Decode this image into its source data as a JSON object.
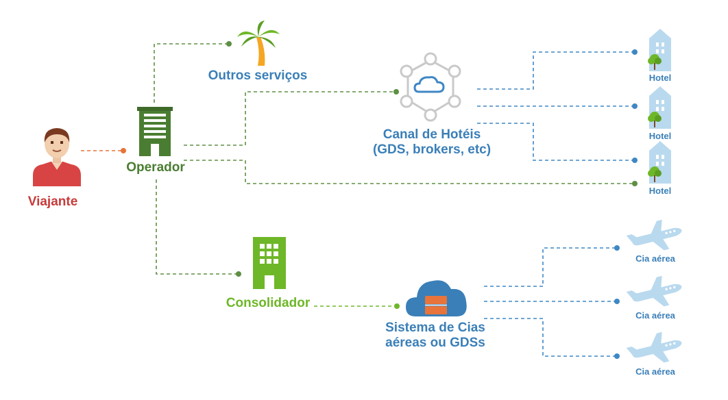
{
  "colors": {
    "viajante": "#c83a3a",
    "operador": "#4a7d32",
    "consolidador": "#6eb728",
    "blue": "#3a7fb8",
    "light_blue": "#b9d9ee",
    "dash_green": "#5e8f43",
    "dash_orange": "#e6733a",
    "dash_blue": "#3f87c4",
    "system_orange": "#e8743b"
  },
  "nodes": {
    "viajante": {
      "label": "Viajante",
      "icon": "person-icon"
    },
    "operador": {
      "label": "Operador",
      "icon": "building-icon"
    },
    "outros_servicos": {
      "label": "Outros serviços",
      "icon": "palm-tree-icon"
    },
    "canal_hoteis": {
      "label_line1": "Canal de Hotéis",
      "label_line2": "(GDS, brokers, etc)",
      "icon": "cloud-network-icon"
    },
    "consolidador": {
      "label": "Consolidador",
      "icon": "building-icon"
    },
    "sistema_cias": {
      "label_line1": "Sistema de Cias",
      "label_line2": "aéreas ou GDSs",
      "icon": "cloud-server-icon"
    },
    "hotels": [
      {
        "label": "Hotel",
        "icon": "hotel-icon"
      },
      {
        "label": "Hotel",
        "icon": "hotel-icon"
      },
      {
        "label": "Hotel",
        "icon": "hotel-icon"
      }
    ],
    "airlines": [
      {
        "label": "Cia aérea",
        "icon": "airplane-icon"
      },
      {
        "label": "Cia aérea",
        "icon": "airplane-icon"
      },
      {
        "label": "Cia aérea",
        "icon": "airplane-icon"
      }
    ]
  }
}
